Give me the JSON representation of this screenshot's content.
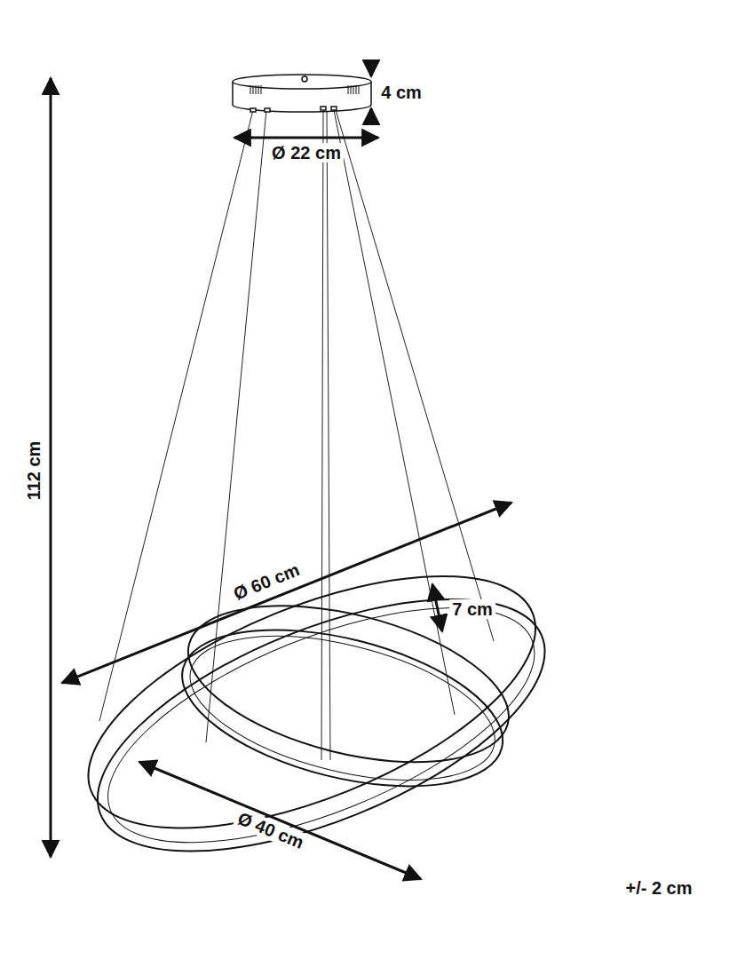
{
  "diagram": {
    "labels": [
      "4 cm",
      "Ø 22 cm",
      "112 cm",
      "Ø 60 cm",
      "7 cm",
      "Ø 40 cm",
      "+/- 2 cm"
    ]
  }
}
